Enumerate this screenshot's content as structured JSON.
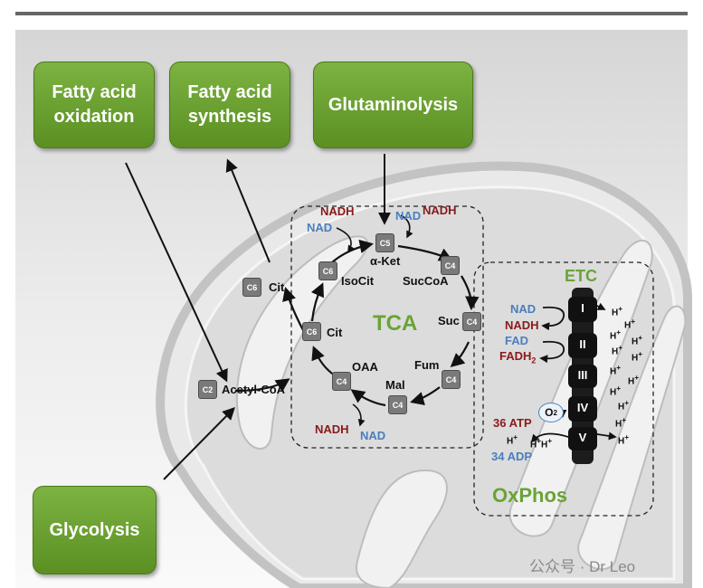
{
  "pathways": {
    "fatty_acid_oxidation": "Fatty acid\noxidation",
    "fatty_acid_synthesis": "Fatty acid\nsynthesis",
    "glutaminolysis": "Glutaminolysis",
    "glycolysis": "Glycolysis"
  },
  "tca": {
    "title": "TCA",
    "metabolites": {
      "cit_out": "Cit",
      "acetyl_coa": "Acetyl-CoA",
      "isocit": "IsoCit",
      "a_ket": "α-Ket",
      "succoa": "SucCoA",
      "suc": "Suc",
      "fum": "Fum",
      "mal": "Mal",
      "oaa": "OAA",
      "cit": "Cit"
    },
    "carbon_badges": {
      "c6_out": "C6",
      "c2": "C2",
      "c6_isocit": "C6",
      "c5": "C5",
      "c4_succoa": "C4",
      "c4_suc": "C4",
      "c4_fum": "C4",
      "c4_mal": "C4",
      "c4_oaa": "C4",
      "c6_cit": "C6"
    },
    "cofactors": {
      "nadh_1": "NADH",
      "nad_1": "NAD",
      "nad_2": "NAD",
      "nadh_2": "NADH",
      "nadh_3": "NADH",
      "nad_3": "NAD"
    }
  },
  "oxphos": {
    "title": "OxPhos",
    "etc_title": "ETC",
    "nad": "NAD",
    "nadh": "NADH",
    "fad": "FAD",
    "fadh2": "FADH",
    "fadh2_sub": "2",
    "o2": "O",
    "o2_sub": "2",
    "atp": "36 ATP",
    "adp": "34 ADP",
    "complexes": [
      "I",
      "II",
      "III",
      "IV",
      "V"
    ],
    "proton": "H",
    "proton_sup": "+"
  },
  "watermark": "公众号 · Dr Leo",
  "colors": {
    "pathway_green": "#6aa336",
    "nadh": "#8b1a1a",
    "nad": "#4a7ebf"
  }
}
